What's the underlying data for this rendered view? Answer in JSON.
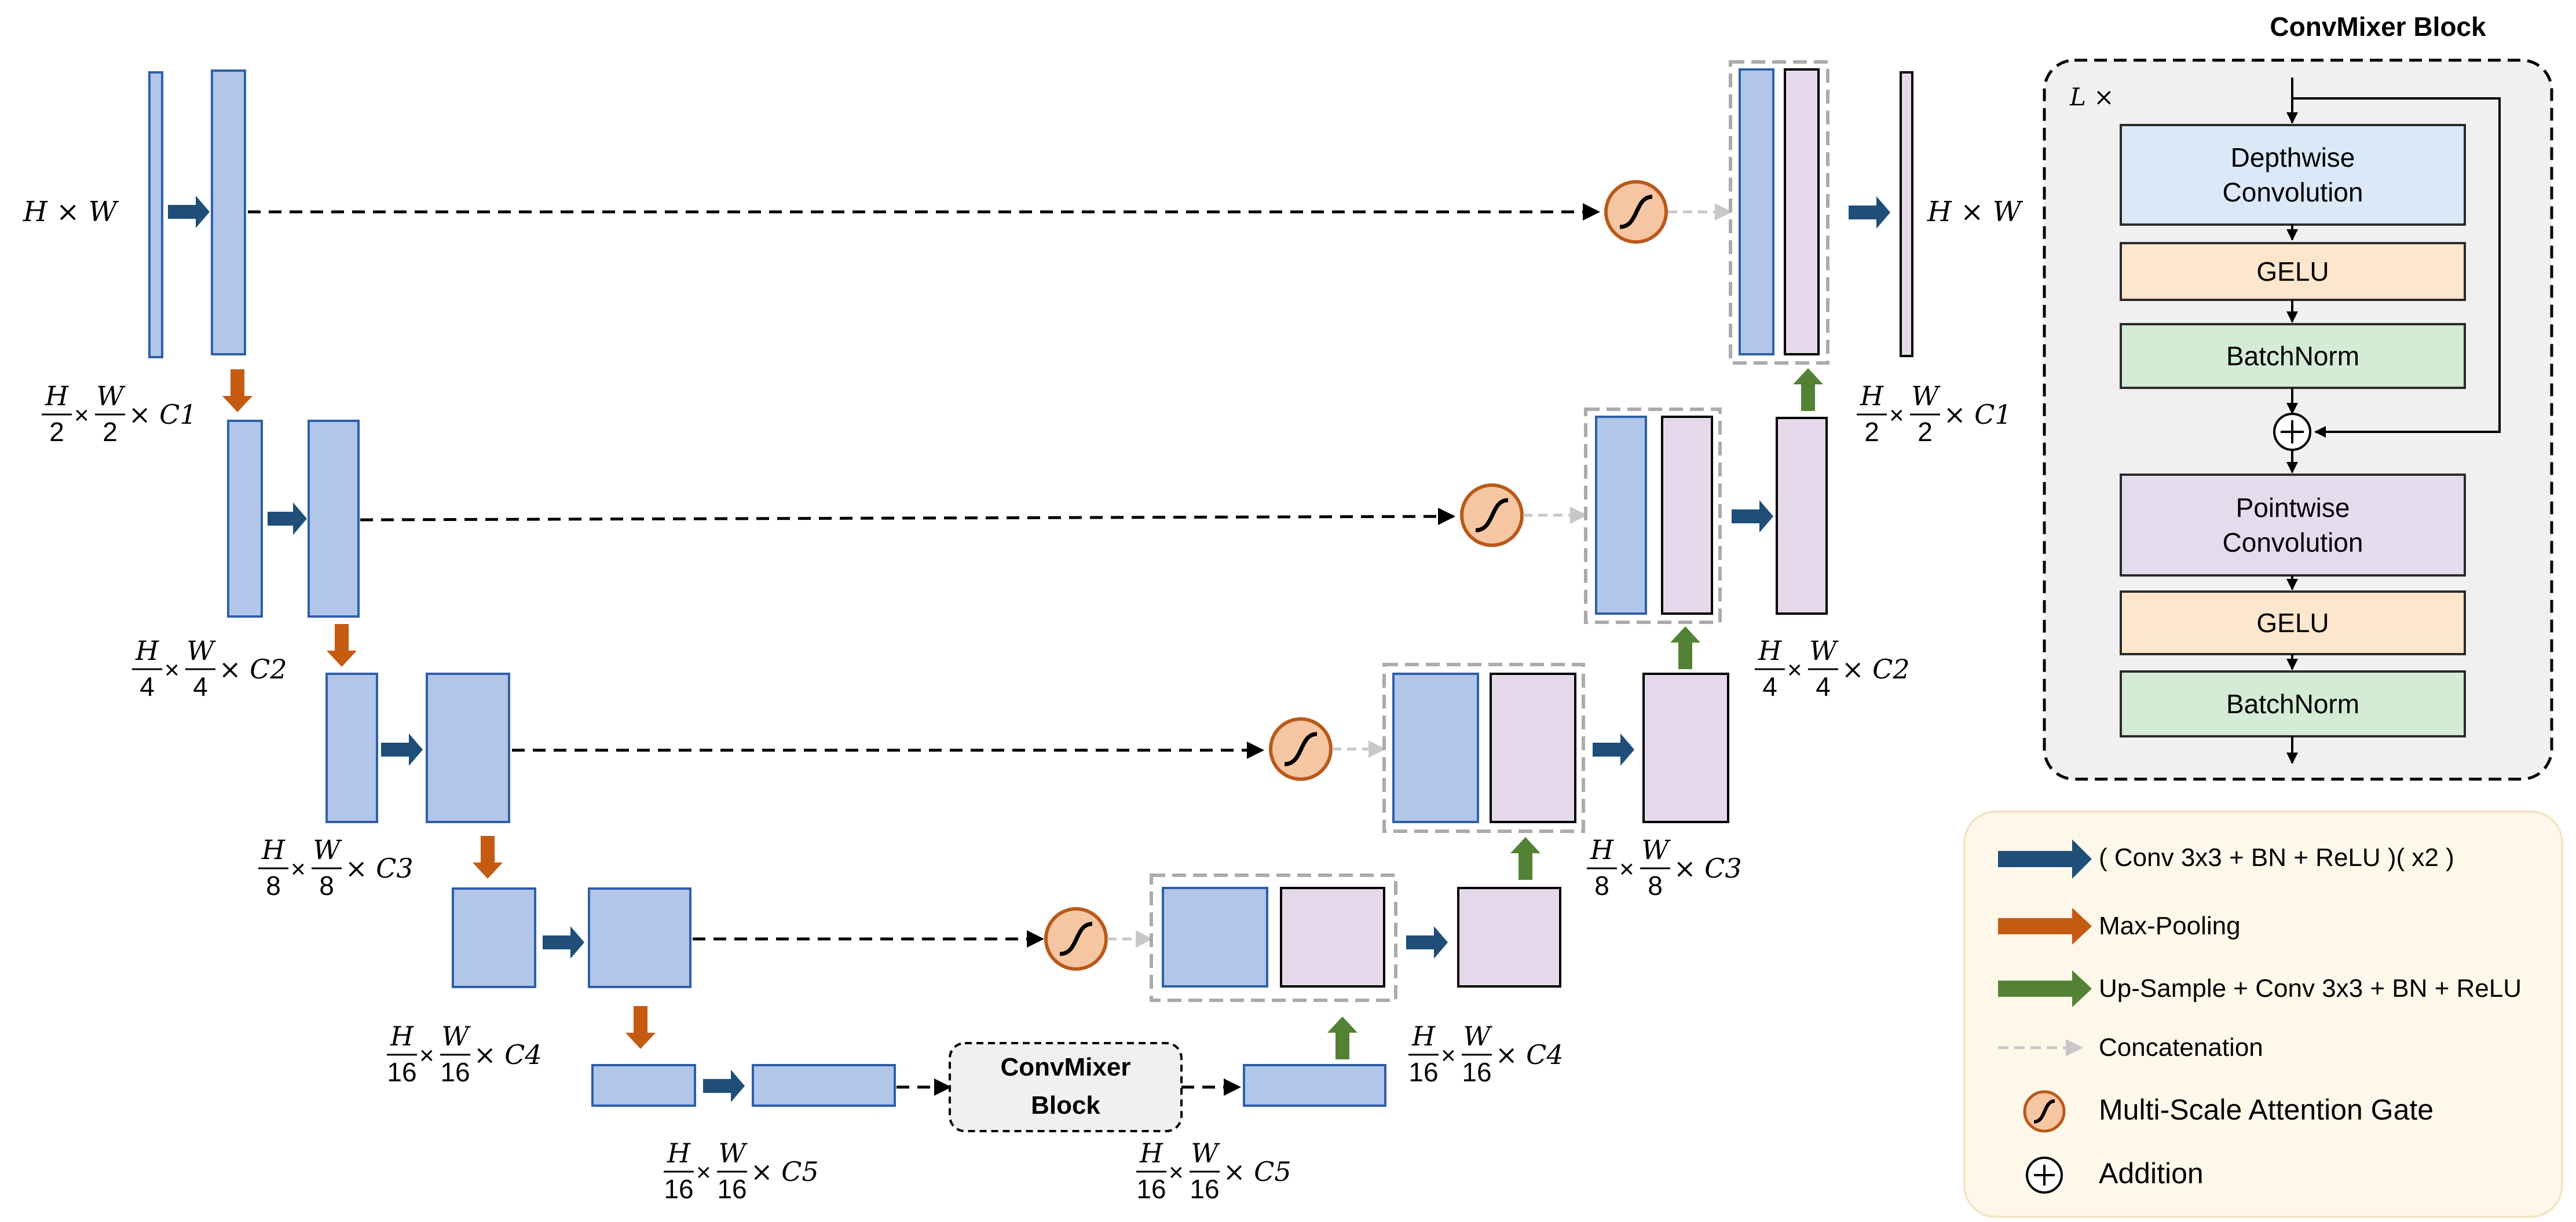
{
  "dims": {
    "hw": "H × W",
    "l1": [
      "H",
      "2",
      "W",
      "2",
      "× C1"
    ],
    "l2": [
      "H",
      "4",
      "W",
      "4",
      "× C2"
    ],
    "l3": [
      "H",
      "8",
      "W",
      "8",
      "× C3"
    ],
    "l4": [
      "H",
      "16",
      "W",
      "16",
      "× C4"
    ],
    "l5": [
      "H",
      "16",
      "W",
      "16",
      "× C5"
    ]
  },
  "bottleneck": {
    "line1": "ConvMixer",
    "line2": "Block"
  },
  "convmixer": {
    "title": "ConvMixer Block",
    "repeat": "L ×",
    "blocks": [
      {
        "lines": [
          "Depthwise",
          "Convolution"
        ],
        "fill": "#dbe8f8"
      },
      {
        "lines": [
          "GELU"
        ],
        "fill": "#fde6cc"
      },
      {
        "lines": [
          "BatchNorm"
        ],
        "fill": "#d4ebd6"
      },
      {
        "lines": [
          "Pointwise",
          "Convolution"
        ],
        "fill": "#e4dbed"
      },
      {
        "lines": [
          "GELU"
        ],
        "fill": "#fde6cc"
      },
      {
        "lines": [
          "BatchNorm"
        ],
        "fill": "#d4ebd6"
      }
    ]
  },
  "legend": {
    "items": [
      {
        "label": "( Conv 3x3 + BN + ReLU )( x2 )",
        "kind": "conv-arrow"
      },
      {
        "label": "Max-Pooling",
        "kind": "pool-arrow"
      },
      {
        "label": "Up-Sample + Conv 3x3 + BN + ReLU",
        "kind": "up-arrow"
      },
      {
        "label": "Concatenation",
        "kind": "concat-arrow"
      },
      {
        "label": "Multi-Scale Attention Gate",
        "kind": "attention-gate-icon"
      },
      {
        "label": "Addition",
        "kind": "addition-icon"
      }
    ]
  },
  "colors": {
    "encoder_fill": "#b1c6e8",
    "encoder_stroke": "#2f5fa8",
    "decoder_fill": "#e4d8ea",
    "conv_arrow": "#1f4e79",
    "pool_arrow": "#c55a11",
    "up_arrow": "#548235",
    "gate_fill": "#f6c6a3",
    "gate_stroke": "#b85a1a",
    "concat": "#bdbdbd"
  }
}
